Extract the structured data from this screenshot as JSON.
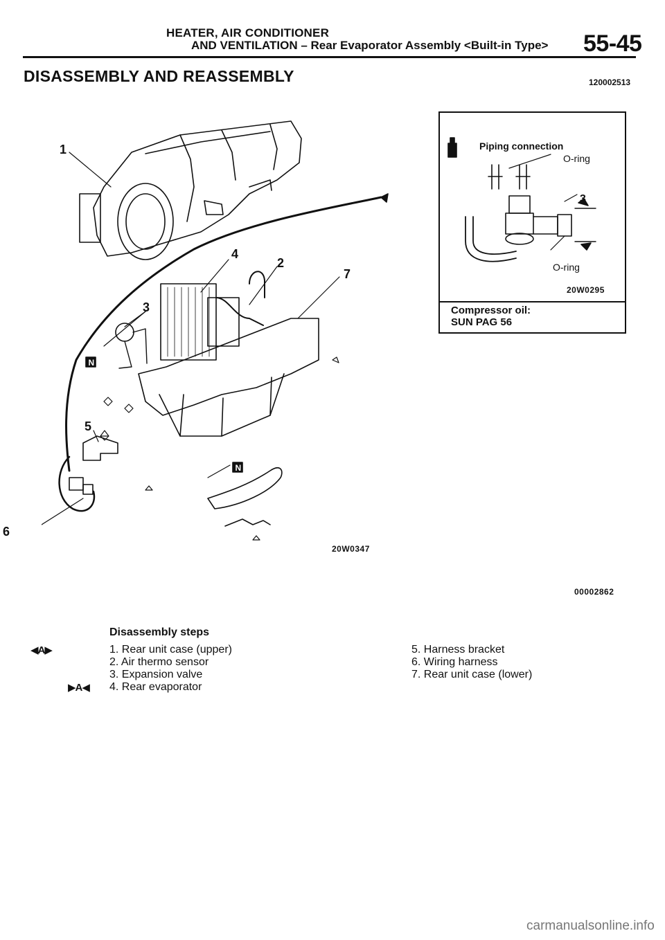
{
  "header": {
    "line1": "HEATER, AIR CONDITIONER",
    "line2": "AND VENTILATION – Rear Evaporator Assembly <Built-in Type>",
    "page_number": "55-45"
  },
  "section": {
    "title": "DISASSEMBLY AND REASSEMBLY",
    "doc_id": "120002513"
  },
  "main_figure": {
    "callouts": [
      "1",
      "2",
      "3",
      "4",
      "5",
      "6",
      "7"
    ],
    "n_mark": "N",
    "code": "20W0347"
  },
  "inset": {
    "piping_label": "Piping connection",
    "oring_top": "O-ring",
    "callout": "3",
    "oring_bottom": "O-ring",
    "code": "20W0295",
    "note_line1": "Compressor oil:",
    "note_line2": "SUN PAG 56"
  },
  "figure_ref": "00002862",
  "steps": {
    "title": "Disassembly steps",
    "mark_a_both": "◀A▶",
    "mark_a_in": "▶A◀",
    "left": [
      "1. Rear unit case (upper)",
      "2. Air thermo sensor",
      "3. Expansion valve",
      "4. Rear evaporator"
    ],
    "right": [
      "5. Harness bracket",
      "6. Wiring harness",
      "7. Rear unit case (lower)"
    ]
  },
  "watermark": "carmanualsonline.info"
}
